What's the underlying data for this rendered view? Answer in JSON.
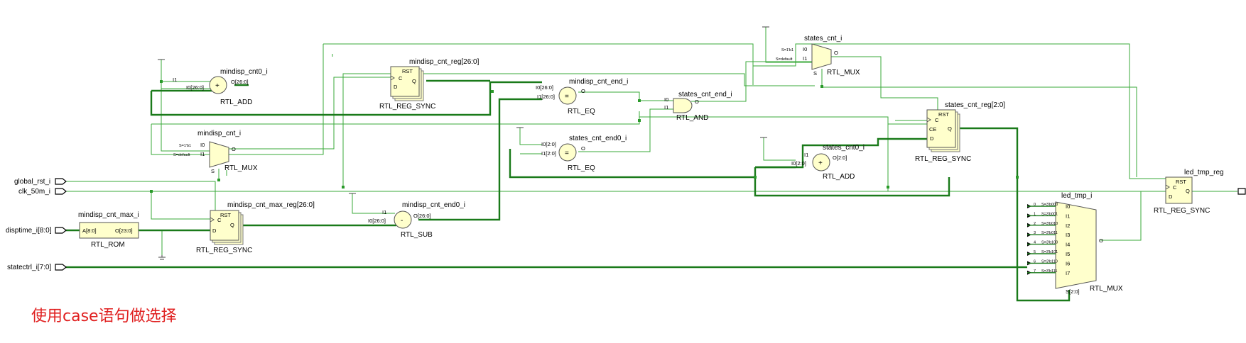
{
  "note": "使用case语句做选择",
  "ports": {
    "global_rst": "global_rst_i",
    "clk": "clk_50m_i",
    "disptime": "disptime_i[8:0]",
    "statectrl": "statectrl_i[7:0]"
  },
  "cells": {
    "mindisp_cnt0": {
      "name": "mindisp_cnt0_i",
      "type": "RTL_ADD",
      "in1": "I1",
      "in0": "I0[26:0]",
      "out": "O[26:0]",
      "sym": "+"
    },
    "mindisp_cnt_reg": {
      "name": "mindisp_cnt_reg[26:0]",
      "type": "RTL_REG_SYNC",
      "rst": "RST",
      "c": "C",
      "d": "D",
      "q": "Q"
    },
    "mindisp_cnt": {
      "name": "mindisp_cnt_i",
      "type": "RTL_MUX",
      "s1": "S=1'b1",
      "i0": "I0",
      "sdef": "S=default",
      "i1": "I1",
      "s": "S",
      "o": "O"
    },
    "mindisp_cnt_max": {
      "name": "mindisp_cnt_max_i",
      "type": "RTL_ROM",
      "a": "A[8:0]",
      "o": "O[23:0]"
    },
    "mindisp_cnt_max_reg": {
      "name": "mindisp_cnt_max_reg[26:0]",
      "type": "RTL_REG_SYNC",
      "rst": "RST",
      "c": "C",
      "d": "D",
      "q": "Q"
    },
    "mindisp_cnt_end0": {
      "name": "mindisp_cnt_end0_i",
      "type": "RTL_SUB",
      "in1": "I1",
      "in0": "I0[26:0]",
      "out": "O[26:0]",
      "sym": "-"
    },
    "mindisp_cnt_end": {
      "name": "mindisp_cnt_end_i",
      "type": "RTL_EQ",
      "in0": "I0[26:0]",
      "in1": "I1[26:0]",
      "out": "O",
      "sym": "="
    },
    "states_cnt_end0": {
      "name": "states_cnt_end0_i",
      "type": "RTL_EQ",
      "in0": "I0[2:0]",
      "in1": "I1[2:0]",
      "out": "O",
      "sym": "="
    },
    "states_cnt_end": {
      "name": "states_cnt_end_i",
      "type": "RTL_AND",
      "in0": "I0",
      "in1": "I1",
      "out": "O"
    },
    "states_cnt": {
      "name": "states_cnt_i",
      "type": "RTL_MUX",
      "s1": "S=1'b1",
      "i0": "I0",
      "sdef": "S=default",
      "i1": "I1",
      "s": "S",
      "o": "O"
    },
    "states_cnt0": {
      "name": "states_cnt0_i",
      "type": "RTL_ADD",
      "in1": "I1",
      "in0": "I0[2:0]",
      "out": "O[2:0]",
      "sym": "+"
    },
    "states_cnt_reg": {
      "name": "states_cnt_reg[2:0]",
      "type": "RTL_REG_SYNC",
      "rst": "RST",
      "c": "C",
      "ce": "CE",
      "d": "D",
      "q": "Q"
    },
    "led_tmp": {
      "name": "led_tmp_i",
      "type": "RTL_MUX",
      "sel": "S[2:0]",
      "o": "O",
      "rows": [
        {
          "idx": "0",
          "cond": "S=3'b000",
          "in": "I0"
        },
        {
          "idx": "1",
          "cond": "S=3'b001",
          "in": "I1"
        },
        {
          "idx": "2",
          "cond": "S=3'b010",
          "in": "I2"
        },
        {
          "idx": "3",
          "cond": "S=3'b011",
          "in": "I3"
        },
        {
          "idx": "4",
          "cond": "S=3'b100",
          "in": "I4"
        },
        {
          "idx": "5",
          "cond": "S=3'b101",
          "in": "I5"
        },
        {
          "idx": "6",
          "cond": "S=3'b110",
          "in": "I6"
        },
        {
          "idx": "7",
          "cond": "S=3'b111",
          "in": "I7"
        }
      ]
    },
    "led_tmp_reg": {
      "name": "led_tmp_reg",
      "type": "RTL_REG_SYNC",
      "rst": "RST",
      "c": "C",
      "d": "D",
      "q": "Q"
    }
  }
}
